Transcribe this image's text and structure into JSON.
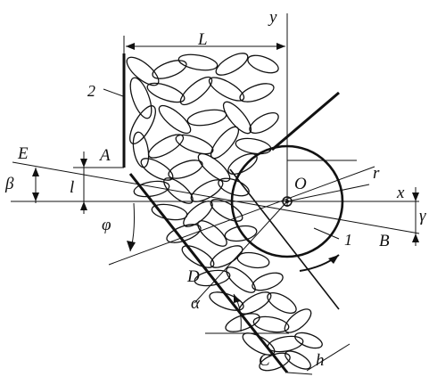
{
  "labels": {
    "L": "L",
    "y": "y",
    "two": "2",
    "E": "E",
    "A": "A",
    "beta": "β",
    "l": "l",
    "O": "O",
    "r": "r",
    "x": "x",
    "phi": "φ",
    "one": "1",
    "B": "B",
    "D": "D",
    "alpha": "α",
    "C": "C",
    "h": "h",
    "gamma_partial": "γ"
  },
  "colors": {
    "stroke": "#111111",
    "background": "#ffffff"
  }
}
